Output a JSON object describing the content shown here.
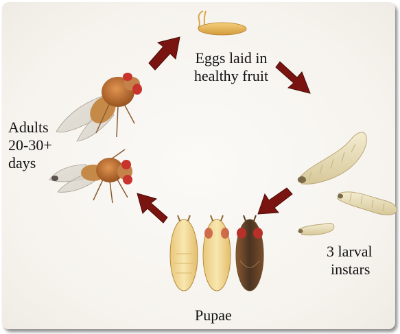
{
  "diagram": {
    "stages": {
      "eggs": {
        "line1": "Eggs laid in",
        "line2": "healthy fruit"
      },
      "larvae": {
        "line1": "3 larval",
        "line2": "instars"
      },
      "pupae": {
        "line1": "Pupae"
      },
      "adults": {
        "line1": "Adults",
        "line2": "20-30+",
        "line3": "days"
      }
    },
    "colors": {
      "arrow": "#7a1410",
      "egg": "#e6b55a",
      "larva": "#e9dfb8",
      "pupa_light": "#f2d68a",
      "pupa_dark": "#5a3e2a",
      "fly_body": "#b86a2c",
      "fly_eye": "#c0302a"
    },
    "arrow_icon": "chevron-arrow"
  }
}
